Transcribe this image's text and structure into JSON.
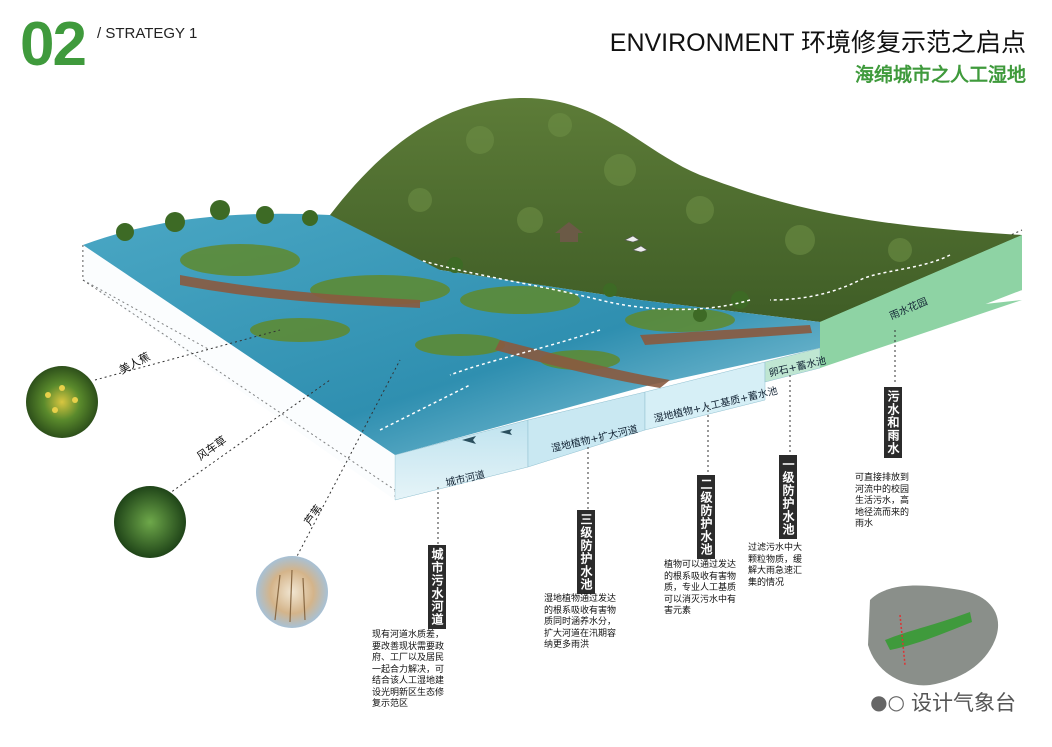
{
  "header": {
    "number": "02",
    "strategy": "/ STRATEGY 1",
    "title": "ENVIRONMENT  环境修复示范之启点",
    "subtitle": "海绵城市之人工湿地"
  },
  "plants": [
    {
      "label": "美人蕉"
    },
    {
      "label": "风车草"
    },
    {
      "label": "芦苇"
    }
  ],
  "layers": [
    {
      "label": "城市河道"
    },
    {
      "label": "湿地植物+扩大河道"
    },
    {
      "label": "湿地植物+人工基质+蓄水池"
    },
    {
      "label": "卵石+蓄水池"
    },
    {
      "label": "雨水花园"
    }
  ],
  "annotations": [
    {
      "title": "城市污水河道",
      "text": "现有河道水质差，要改善现状需要政府、工厂以及居民一起合力解决，可结合该人工湿地建设光明新区生态修复示范区"
    },
    {
      "title": "三级防护水池",
      "text": "湿地植物通过发达的根系吸收有害物质同时涵养水分，扩大河道在汛期容纳更多雨洪"
    },
    {
      "title": "二级防护水池",
      "text": "植物可以通过发达的根系吸收有害物质，专业人工基质可以消灭污水中有害元素"
    },
    {
      "title": "一级防护水池",
      "text": "过滤污水中大颗粒物质，缓解大雨急速汇集的情况"
    },
    {
      "title": "污水和雨水",
      "text": "可直接排放到河流中的校园生活污水，高地径流而来的雨水"
    }
  ],
  "watermark": "设计气象台",
  "colors": {
    "accent": "#3f9a3c",
    "water": "#2f8fb0",
    "hill": "#4c6b2c",
    "raingarden": "#8ed3a4"
  }
}
